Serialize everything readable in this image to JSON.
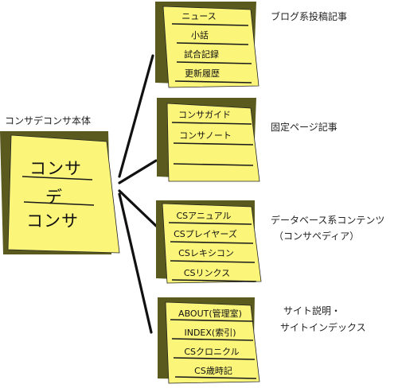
{
  "main": {
    "title": "コンサデコンサ本体",
    "lines": [
      "コンサ",
      "デ",
      "コンサ"
    ]
  },
  "groups": [
    {
      "caption": [
        "ブログ系投稿記事"
      ],
      "items": [
        "ニュース",
        "小話",
        "試合記録",
        "更新履歴"
      ]
    },
    {
      "caption": [
        "固定ページ記事"
      ],
      "items": [
        "コンサガイド",
        "コンサノート",
        ""
      ]
    },
    {
      "caption": [
        "データベース系コンテンツ",
        "（コンサペディア）"
      ],
      "items": [
        "CSアニュアル",
        "CSプレイヤーズ",
        "CSレキシコン",
        "CSリンクス"
      ]
    },
    {
      "caption": [
        "サイト説明・",
        "サイトインデックス"
      ],
      "items": [
        "ABOUT(管理室)",
        "INDEX(索引)",
        "CSクロニクル",
        "CS歳時記"
      ]
    }
  ],
  "colors": {
    "note": "#fbf57a",
    "note_stroke": "#222222",
    "shadow": "#5a5a1e",
    "line": "#111111"
  }
}
